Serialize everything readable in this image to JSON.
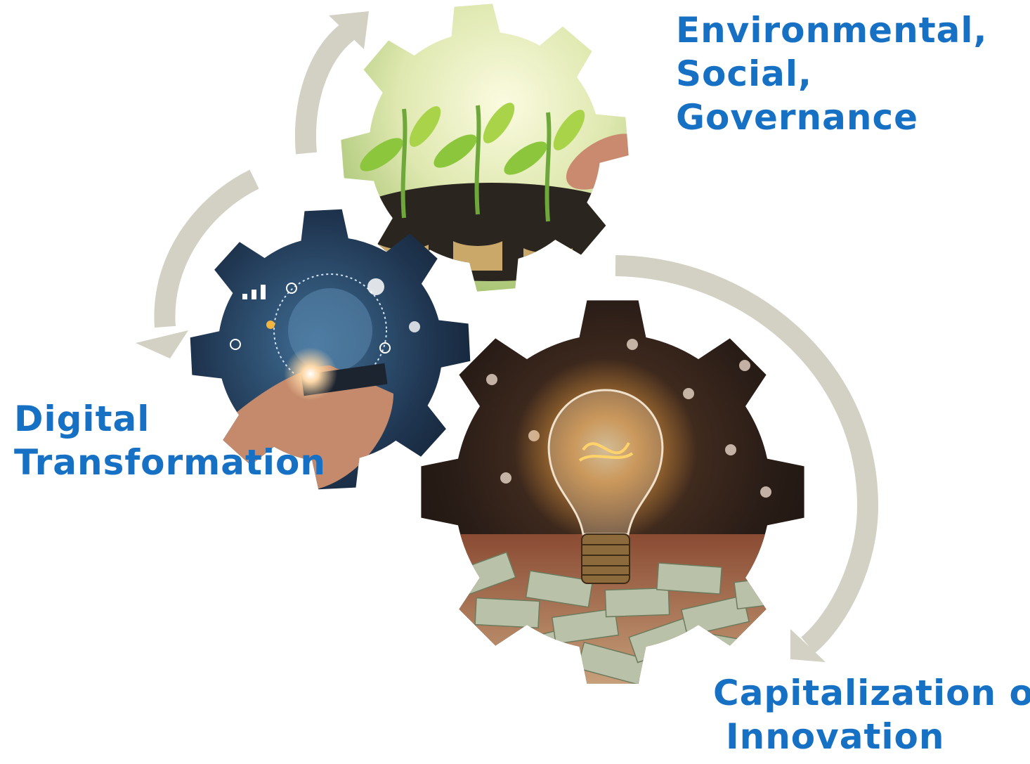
{
  "colors": {
    "label_text": "#1670c4",
    "arrow": "#d2d1c3",
    "gear_esg_sky": "#dfe8b0",
    "gear_esg_leaf": "#8cc63c",
    "gear_esg_soil": "#2b2520",
    "gear_digital_bg": "#1f3550",
    "gear_digital_glow": "#ffd9a8",
    "gear_innovation_bg": "#2a1d17",
    "gear_innovation_bulb": "#f4a640",
    "gear_innovation_money": "#b9c2a8"
  },
  "labels": {
    "esg": [
      "Environmental,",
      "Social,",
      "Governance"
    ],
    "digital": [
      "Digital",
      "Transformation"
    ],
    "capitalization": [
      "Capitalization of",
      "Innovation"
    ]
  },
  "gears": [
    {
      "id": "esg",
      "image": "plant-seedlings-on-coins"
    },
    {
      "id": "digital",
      "image": "hand-touching-digital-globe"
    },
    {
      "id": "innovation",
      "image": "light-bulb-on-money"
    }
  ],
  "icons": {
    "cycle_arrows": "curved-arrow-icon"
  }
}
